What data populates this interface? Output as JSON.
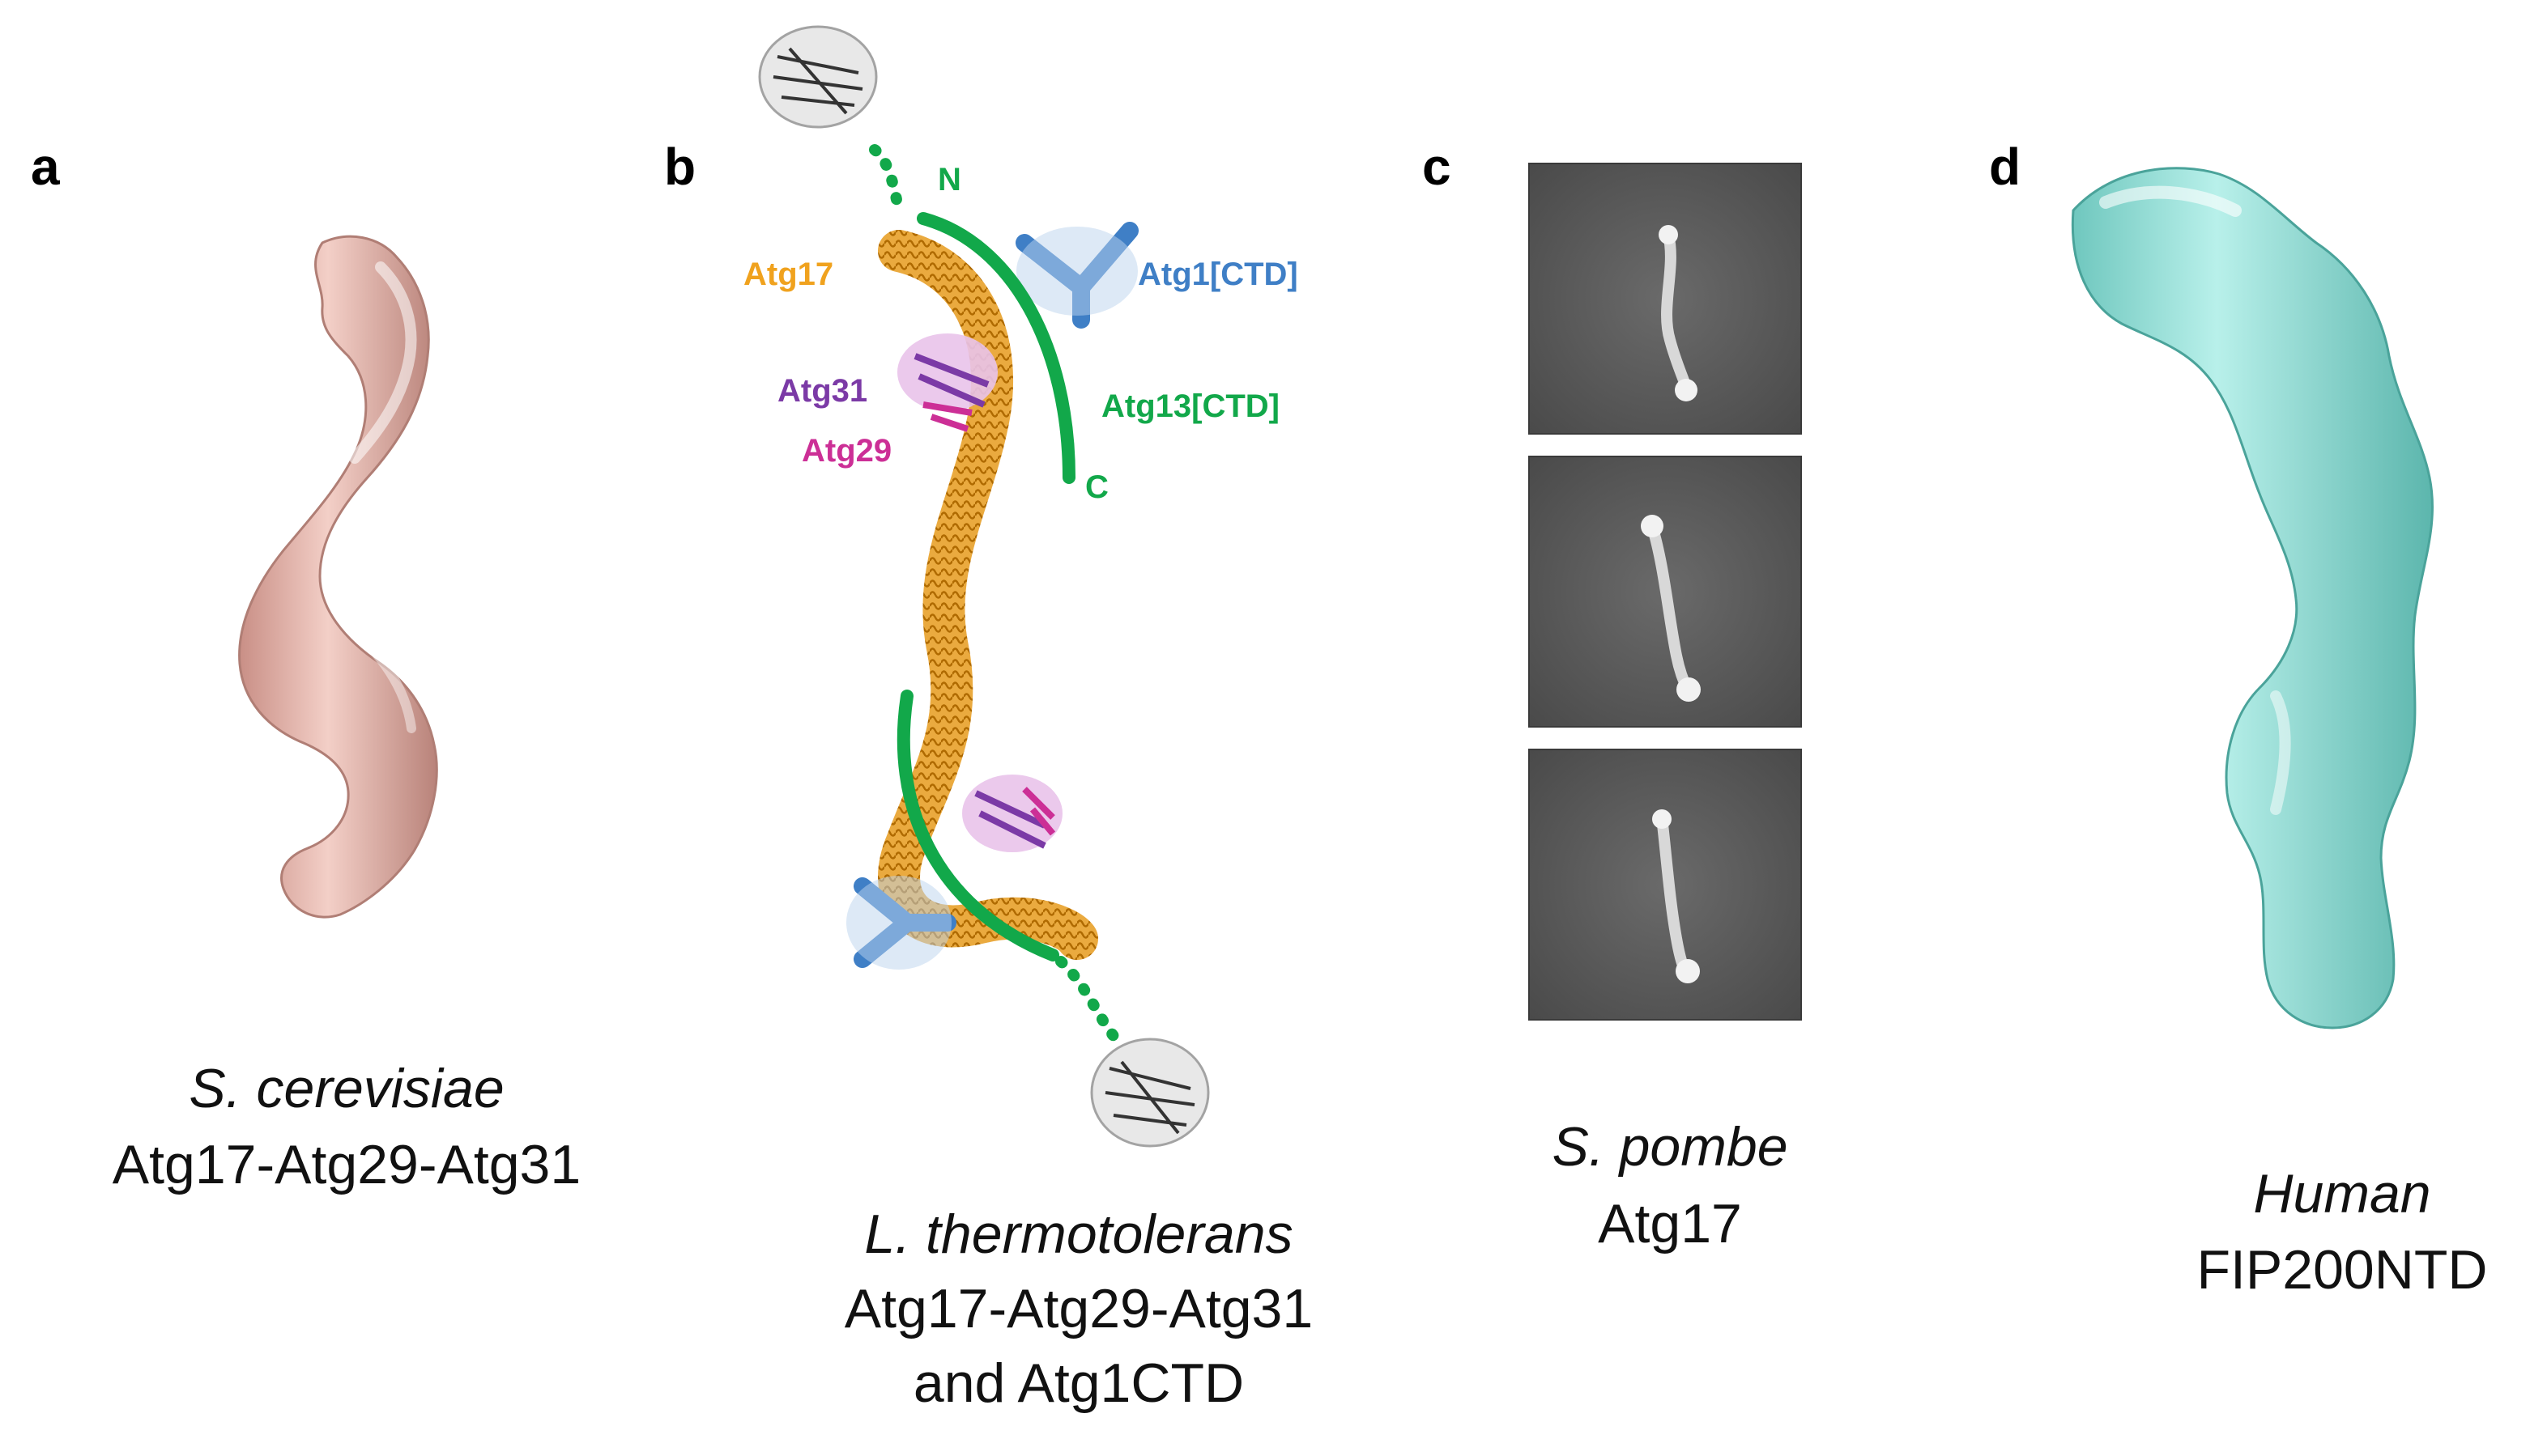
{
  "colors": {
    "panel_a_surface": "#e8b6ab",
    "panel_d_surface": "#8fdcd4",
    "atg17": "#f0a21e",
    "atg1": "#3f7fc6",
    "atg13": "#12a84a",
    "atg31": "#7b3aa6",
    "atg29": "#cc2f96",
    "micrograph_bg": "#5a5a5a"
  },
  "panels": {
    "a": {
      "letter": "a",
      "species": "S. cerevisiae",
      "complex": "Atg17-Atg29-Atg31"
    },
    "b": {
      "letter": "b",
      "species": "L. thermotolerans",
      "complex_line1": "Atg17-Atg29-Atg31",
      "complex_line2": "and Atg1CTD",
      "labels": {
        "n_term": "N",
        "c_term": "C",
        "atg17": "Atg17",
        "atg1": "Atg1[CTD]",
        "atg13": "Atg13[CTD]",
        "atg31": "Atg31",
        "atg29": "Atg29"
      }
    },
    "c": {
      "letter": "c",
      "species": "S. pombe",
      "complex": "Atg17",
      "class_averages": 3
    },
    "d": {
      "letter": "d",
      "species": "Human",
      "complex": "FIP200NTD"
    }
  }
}
